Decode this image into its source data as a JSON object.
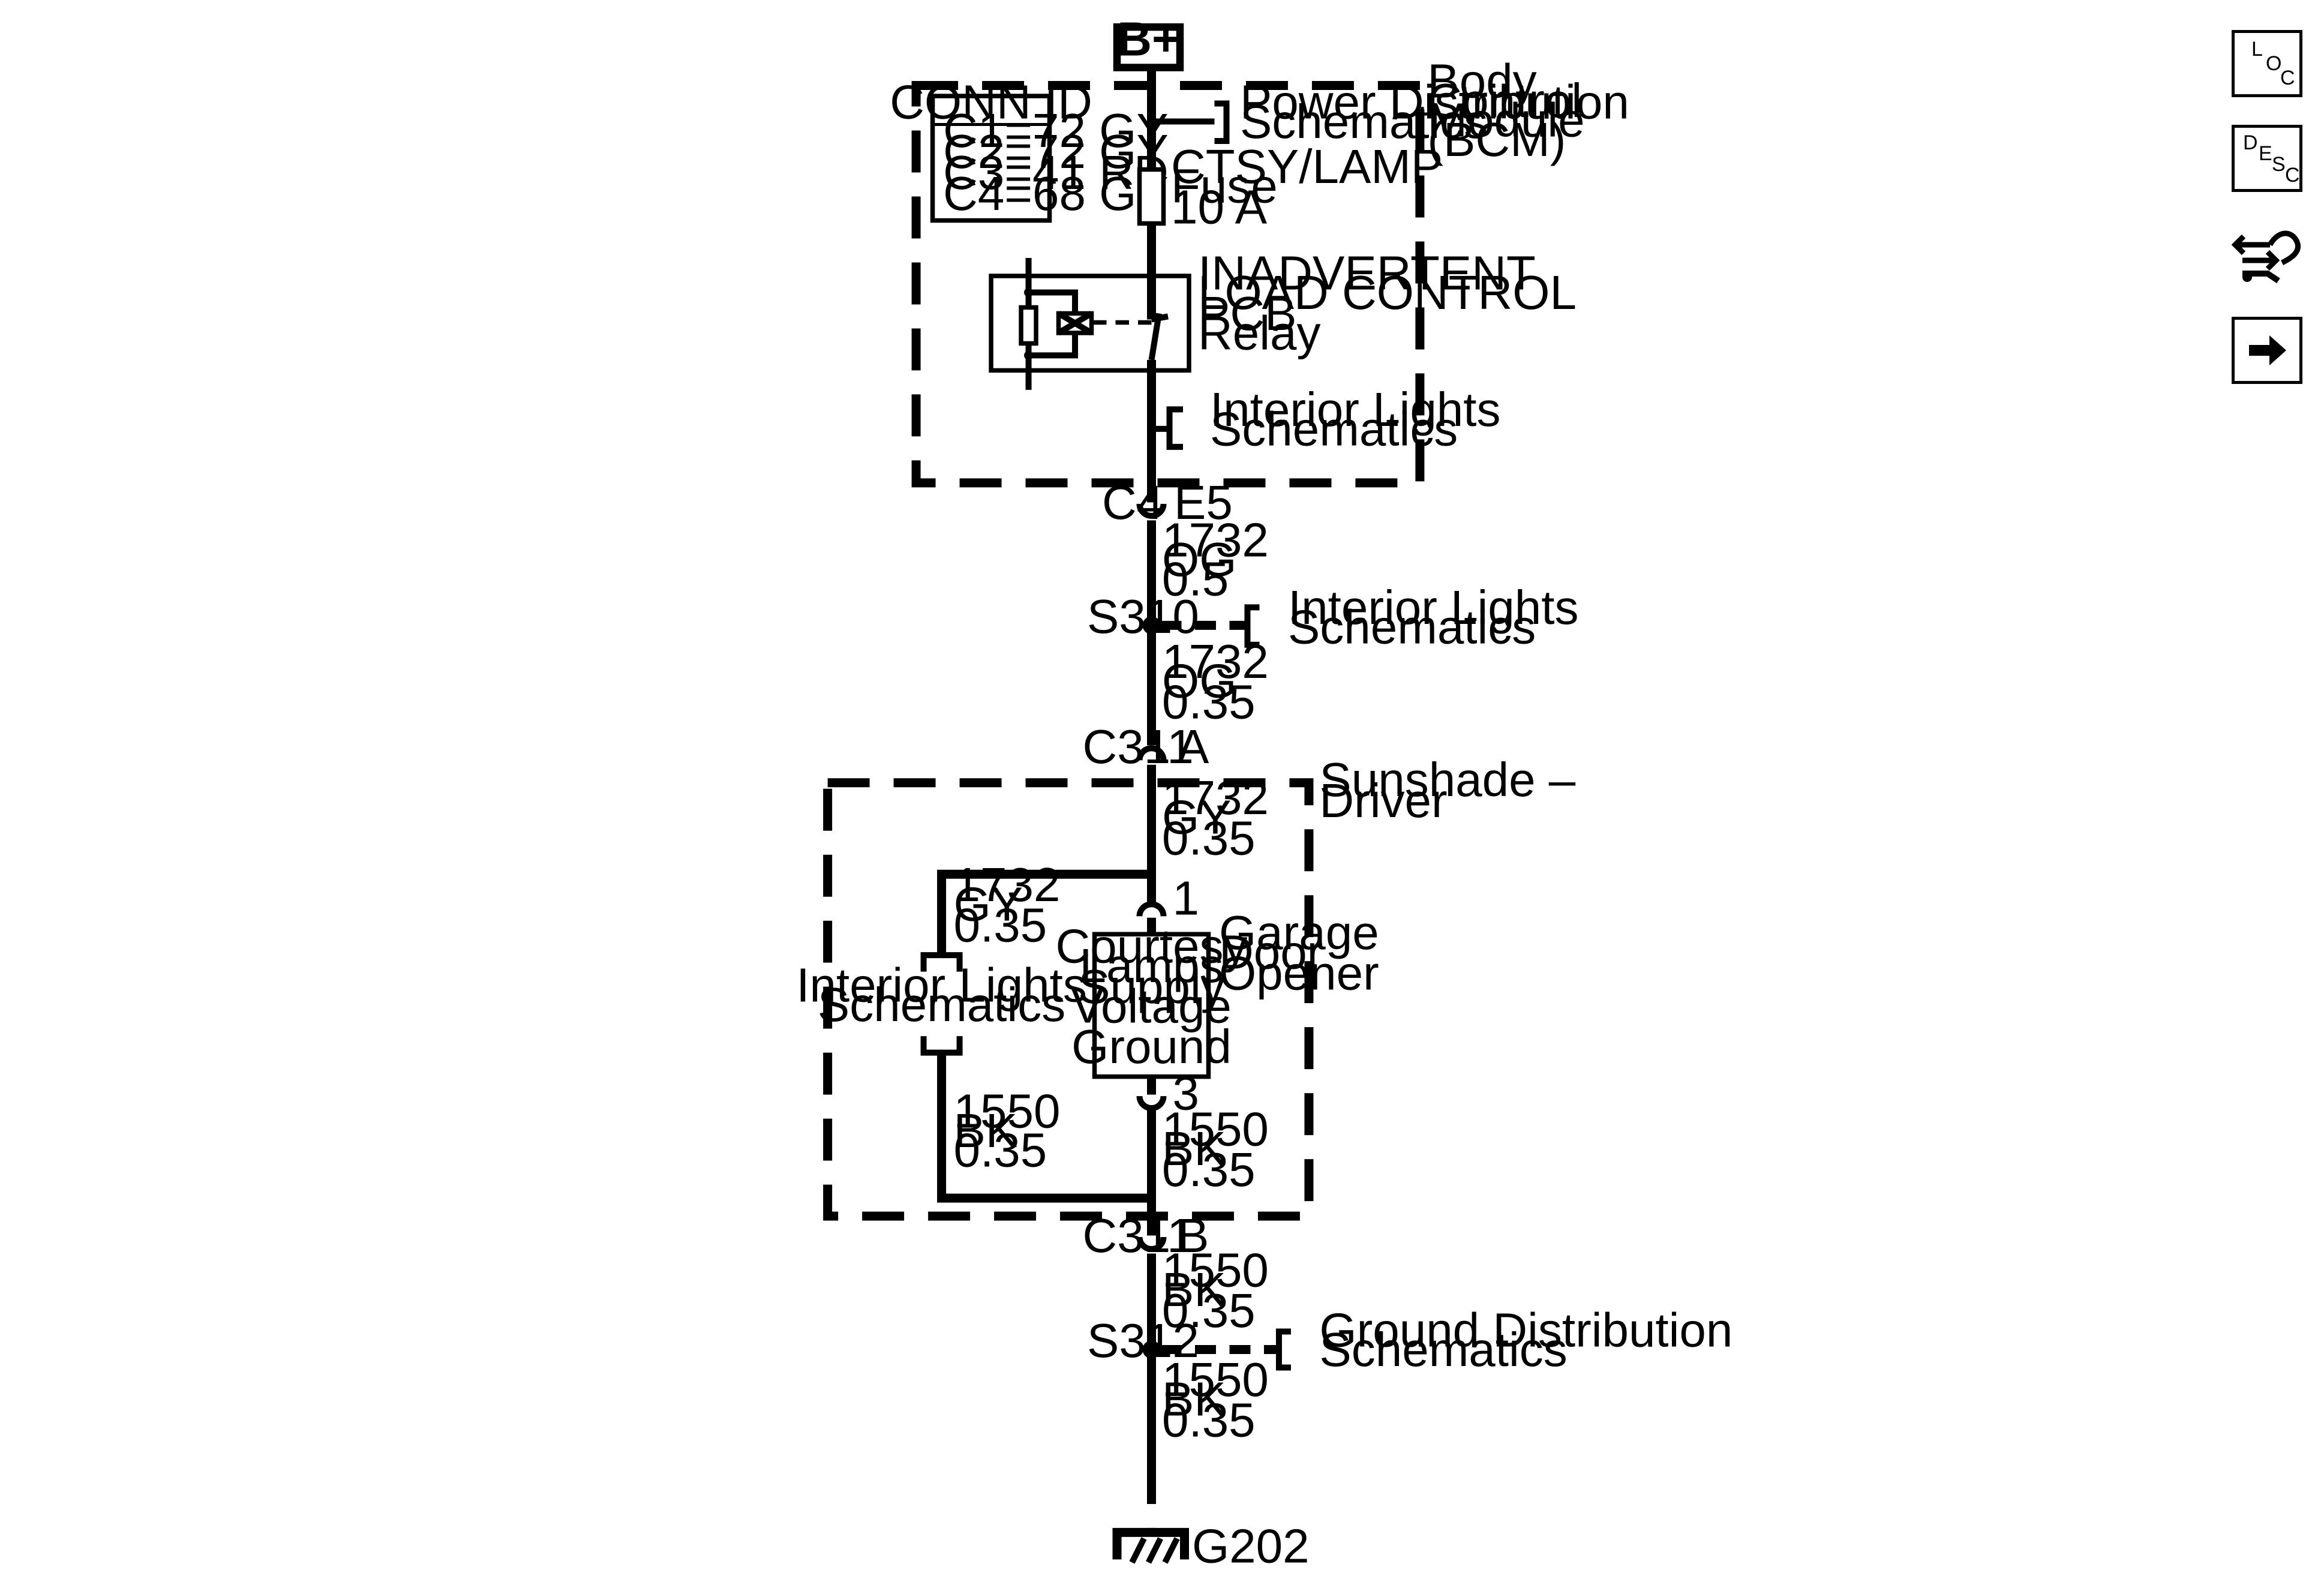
{
  "power": {
    "label": "B+"
  },
  "bcm": {
    "label": [
      "Body",
      "Control",
      "Module",
      "(BCM)"
    ],
    "conn_id": {
      "title": "CONN ID",
      "rows": [
        "C1=72 GY",
        "C2=72 GY",
        "C3=41 RD",
        "C4=68 GY"
      ]
    },
    "power_ref": [
      "Power Distribution",
      "Schematics"
    ],
    "fuse": [
      "CTSY/LAMP",
      "Fuse",
      "10 A"
    ],
    "relay": [
      "INADVERTENT",
      "LOAD CONTROL",
      "PCB",
      "Relay"
    ],
    "interior_ref": [
      "Interior Lights",
      "Schematics"
    ]
  },
  "conn_c4": {
    "left": "C4",
    "right": "E5"
  },
  "wire1": [
    "1732",
    "OG",
    "0.5"
  ],
  "splice_s310": {
    "label": "S310",
    "ref": [
      "Interior Lights",
      "Schematics"
    ]
  },
  "wire2": [
    "1732",
    "OG",
    "0.35"
  ],
  "conn_c311a": {
    "left": "C311",
    "right": "A"
  },
  "sunshade": {
    "label": [
      "Sunshade –",
      "Driver"
    ],
    "wire_in": [
      "1732",
      "GY",
      "0.35"
    ],
    "wire_left_top": [
      "1732",
      "GY",
      "0.35"
    ],
    "interior_ref": [
      "Interior Lights",
      "Schematics"
    ],
    "wire_left_bottom": [
      "1550",
      "BK",
      "0.35"
    ],
    "pin1": "1",
    "pin3": "3",
    "opener_label": [
      "Garage",
      "Door",
      "Opener"
    ],
    "opener_box": [
      "Courtesy",
      "Lamps",
      "Supply",
      "Voltage"
    ],
    "opener_ground": "Ground",
    "wire_out": [
      "1550",
      "BK",
      "0.35"
    ]
  },
  "conn_c311b": {
    "left": "C311",
    "right": "B"
  },
  "wire3": [
    "1550",
    "BK",
    "0.35"
  ],
  "splice_s312": {
    "label": "S312",
    "ref": [
      "Ground Distribution",
      "Schematics"
    ]
  },
  "wire4": [
    "1550",
    "BK",
    "0.35"
  ],
  "ground": {
    "label": "G202"
  },
  "nav": {
    "loc": [
      "L",
      "O",
      "C"
    ],
    "desc": [
      "D",
      "E",
      "S",
      "C"
    ],
    "service_icon": "connector-service-icon",
    "next_icon": "right-arrow-icon"
  }
}
